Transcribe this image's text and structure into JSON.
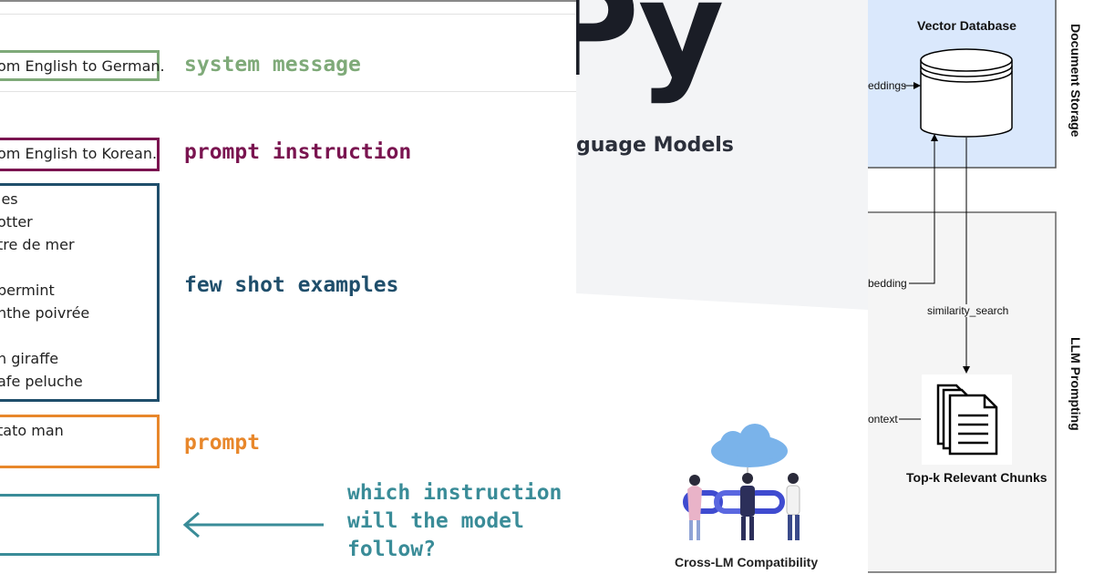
{
  "prompt_diagram": {
    "system_box_text": "om English to German.",
    "system_label": "system message",
    "instruction_box_text": "om English to Korean.",
    "instruction_label": "prompt instruction",
    "few_shot_lines": [
      "les",
      "otter",
      "tre de mer",
      "",
      "permint",
      "nthe poivrée",
      "",
      "n giraffe",
      "afe peluche"
    ],
    "few_shot_label": "few shot examples",
    "prompt_box_text": "tato man",
    "prompt_label": "prompt",
    "question_lines": [
      "which instruction",
      "will the model",
      "follow?"
    ],
    "colors": {
      "system": "#7faa79",
      "instruction": "#7a1450",
      "few_shot": "#1f4e6b",
      "prompt": "#e8872b",
      "output": "#3a8c98"
    }
  },
  "dspy_banner": {
    "logo_text": "Py",
    "subtitle": "guage Models",
    "feature_label": "Cross-LM Compatibility",
    "icons": [
      "cloud-icon",
      "chain-link-icon",
      "people-icon"
    ]
  },
  "rag_diagram": {
    "vector_db_title": "Vector Database",
    "document_storage_label": "Document Storage",
    "llm_prompting_label": "LLM Prompting",
    "embeddings_label": "eddings",
    "embedding_label": "bedding",
    "similarity_label": "similarity_search",
    "context_label": "ontext",
    "chunks_label": "Top-k Relevant Chunks",
    "colors": {
      "storage_fill": "#dae8fc",
      "prompting_fill": "#f5f5f5"
    }
  }
}
